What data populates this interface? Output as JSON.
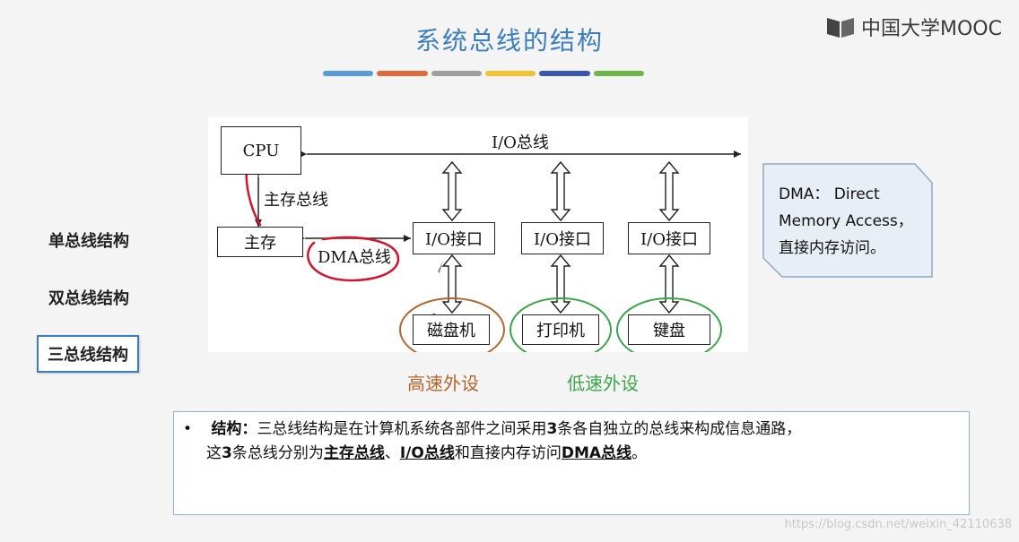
{
  "title": "系统总线的结构",
  "logo": {
    "text": "中国大学MOOC",
    "icon": "book-logo-icon"
  },
  "color_bar": [
    "#5b9bd5",
    "#e06b3a",
    "#9e9e9e",
    "#f2c230",
    "#3a55b4",
    "#6fb649"
  ],
  "sidebar": {
    "items": [
      {
        "label": "单总线结构"
      },
      {
        "label": "双总线结构"
      },
      {
        "label": "三总线结构",
        "selected": true
      }
    ]
  },
  "diagram": {
    "cpu": "CPU",
    "main_memory": "主存",
    "io_bus": "I/O总线",
    "memory_bus": "主存总线",
    "dma_bus": "DMA总线",
    "io_interface": "I/O接口",
    "disk": "磁盘机",
    "printer": "打印机",
    "keyboard": "键盘",
    "high_speed": "高速外设",
    "low_speed": "低速外设",
    "colors": {
      "high_speed": "#b5652c",
      "low_speed": "#3aa64a",
      "annotation": "#d4152f"
    }
  },
  "dma_note": {
    "line1": "DMA： Direct",
    "line2": "Memory Access，",
    "line3": "直接内存访问。"
  },
  "description": {
    "bullet": "•",
    "label": "结构：",
    "part1": "三总线结构是在计算机系统各部件之间采用",
    "num1": "3",
    "part2": "条各自独立的总线来构成信息通路，",
    "part3": "这",
    "num2": "3",
    "part4": "条总线分别为",
    "bus1": "主存总线",
    "sep1": "、",
    "bus2": "I/O总线",
    "part5": "和直接内存访问",
    "bus3": "DMA总线",
    "end": "。"
  },
  "watermark": "https://blog.csdn.net/weixin_42110638"
}
